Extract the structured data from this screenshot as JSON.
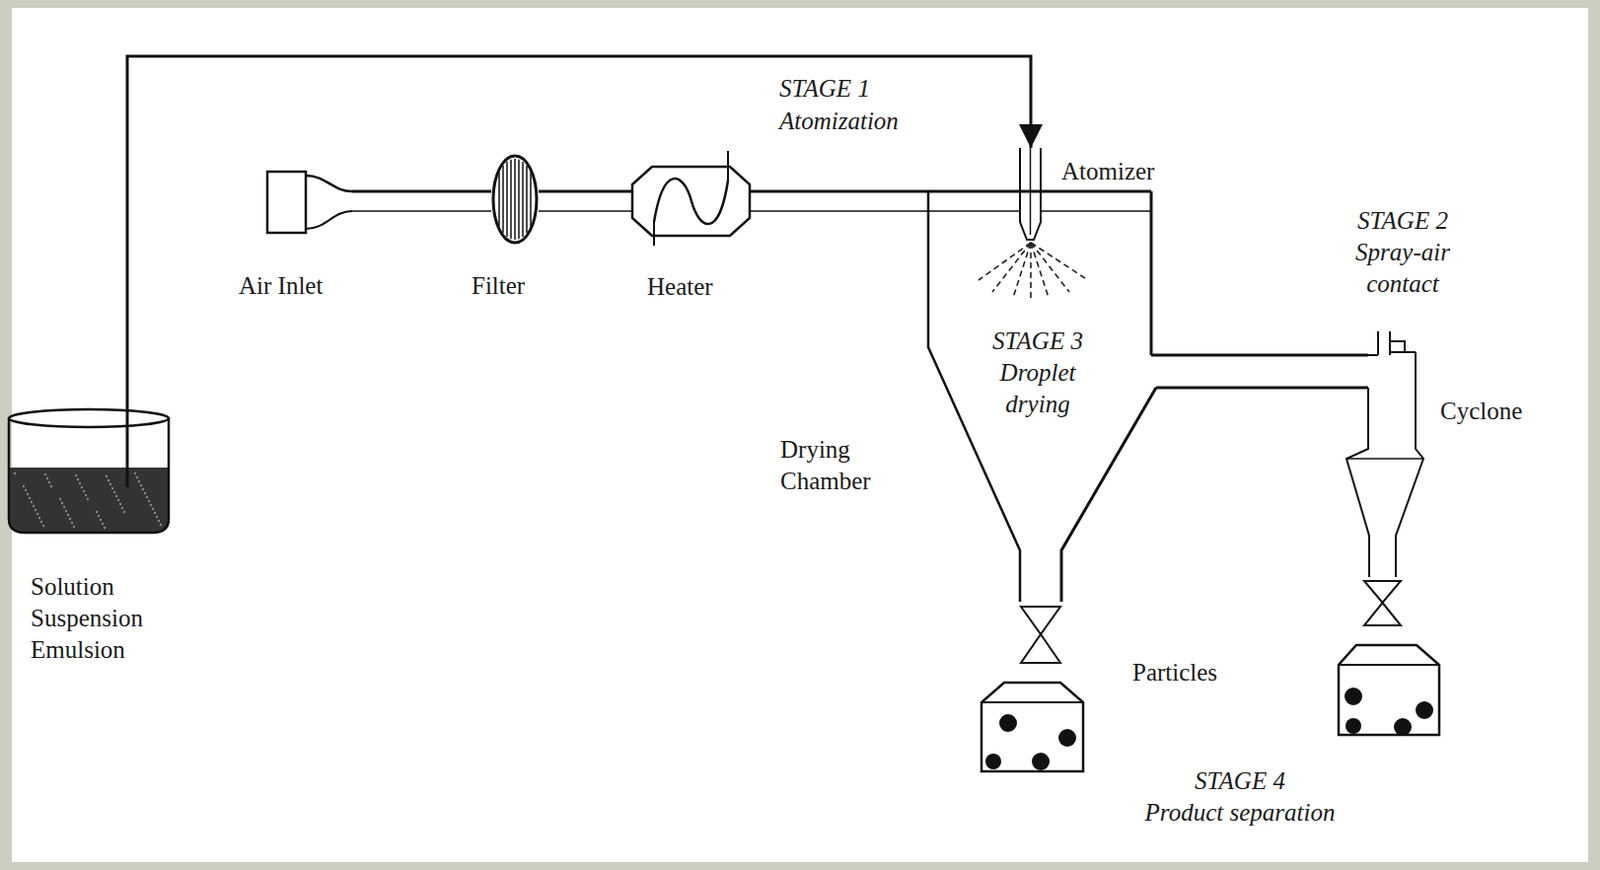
{
  "diagram": {
    "nodes": [
      {
        "text": [
          "Solution Suspension Emulsion"
        ]
      },
      {
        "text": [
          "Air Inlet"
        ]
      },
      {
        "text": [
          "Filter"
        ]
      },
      {
        "text": [
          "Heater"
        ]
      },
      {
        "text": [
          "Atomizer"
        ]
      },
      {
        "text": [
          "Drying Chamber"
        ]
      },
      {
        "text": [
          "Cyclone"
        ]
      }
    ],
    "edges": [
      {
        "from": 0,
        "to": 4,
        "arrow": "to"
      },
      {
        "from": 1,
        "to": 2,
        "arrow": "none"
      },
      {
        "from": 2,
        "to": 3,
        "arrow": "none"
      },
      {
        "from": 3,
        "to": 5,
        "arrow": "none"
      },
      {
        "from": 5,
        "to": 6,
        "arrow": "none"
      }
    ],
    "labels": [
      "STAGE 1",
      "Atomization",
      "STAGE 2",
      "Spray-air contact",
      "STAGE 3",
      "Droplet drying",
      "Particles",
      "STAGE 4",
      "Product separation"
    ]
  }
}
